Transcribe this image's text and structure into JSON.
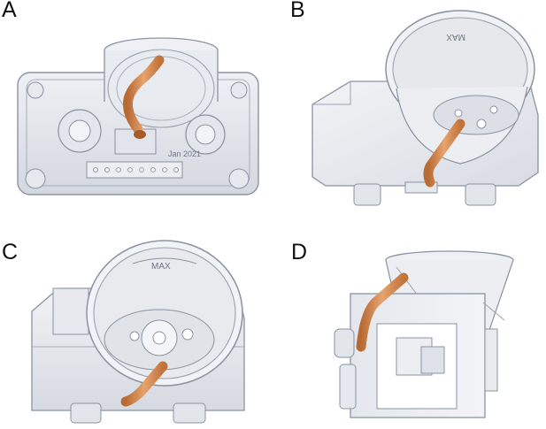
{
  "panels": [
    {
      "letter": "A",
      "stamp": "Jan 2021"
    },
    {
      "letter": "B",
      "stamp": "MAX"
    },
    {
      "letter": "C",
      "stamp": "MAX"
    },
    {
      "letter": "D"
    }
  ],
  "colors": {
    "outline": "#8a93a3",
    "body_fill": "#dfe2e8",
    "tube": "#d98a4e",
    "tube_light": "#e7a978",
    "tube_dark": "#b86a33"
  }
}
